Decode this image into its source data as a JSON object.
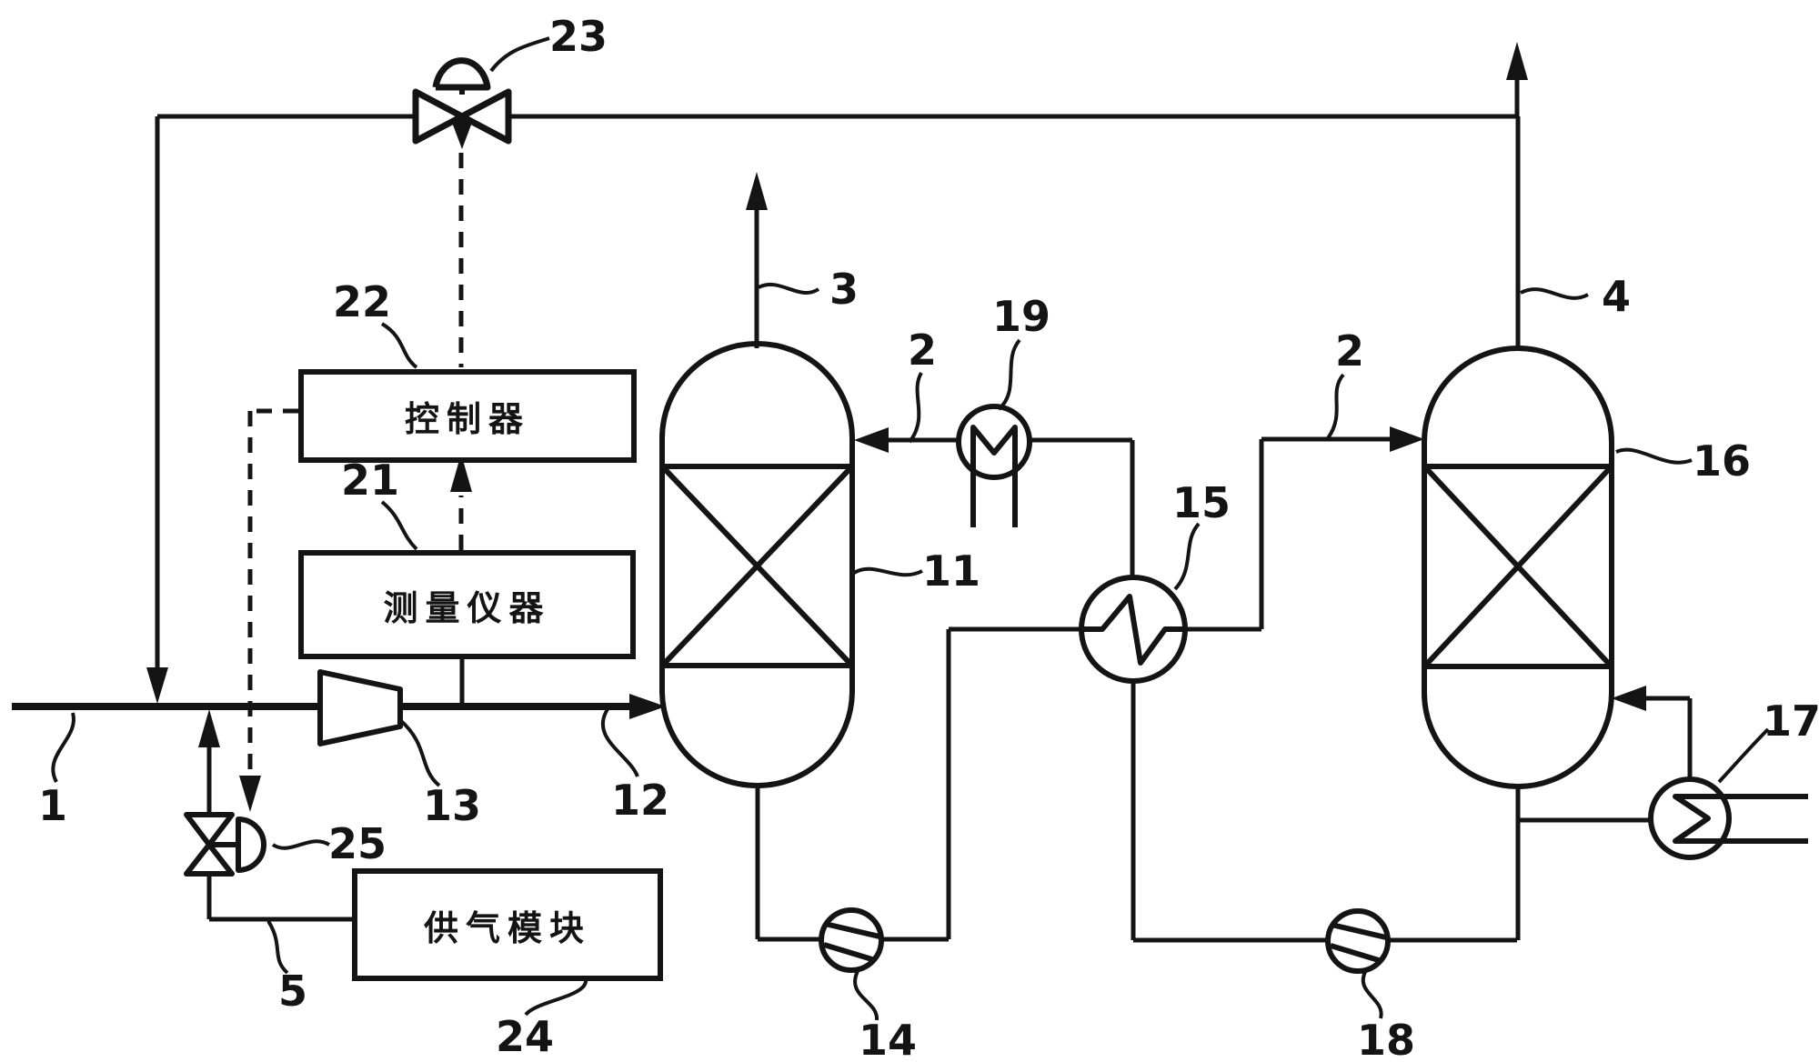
{
  "figure": {
    "kind": "patent-process-flow-diagram",
    "background_color": "#ffffff",
    "line_color": "#141414"
  },
  "boxes": {
    "controller": {
      "ref": "22",
      "label": "控制器"
    },
    "measuring_instrument": {
      "ref": "21",
      "label": "测量仪器"
    },
    "gas_supply_module": {
      "ref": "24",
      "label": "供气模块"
    }
  },
  "ref_labels": {
    "n1": "1",
    "n2a": "2",
    "n2b": "2",
    "n3": "3",
    "n4": "4",
    "n5": "5",
    "n11": "11",
    "n12": "12",
    "n13": "13",
    "n14": "14",
    "n15": "15",
    "n16": "16",
    "n17": "17",
    "n18": "18",
    "n19": "19",
    "n21": "21",
    "n22": "22",
    "n23": "23",
    "n24": "24",
    "n25": "25"
  },
  "equipment": [
    {
      "ref": "1",
      "name": "feed-gas-line"
    },
    {
      "ref": "2",
      "name": "lean-solvent-lines-into-columns"
    },
    {
      "ref": "3",
      "name": "overhead-gas-column-11"
    },
    {
      "ref": "4",
      "name": "overhead-gas-column-16-with-recycle"
    },
    {
      "ref": "5",
      "name": "supply-gas-line"
    },
    {
      "ref": "11",
      "name": "packed-column-absorber"
    },
    {
      "ref": "12",
      "name": "compressed-feed-line"
    },
    {
      "ref": "13",
      "name": "compressor"
    },
    {
      "ref": "14",
      "name": "pump-column-11-bottoms"
    },
    {
      "ref": "15",
      "name": "cross-heat-exchanger"
    },
    {
      "ref": "16",
      "name": "packed-column-regenerator"
    },
    {
      "ref": "17",
      "name": "reboiler-heater"
    },
    {
      "ref": "18",
      "name": "pump-column-16-bottoms"
    },
    {
      "ref": "19",
      "name": "cooler"
    },
    {
      "ref": "21",
      "name": "measuring-instrument-box"
    },
    {
      "ref": "22",
      "name": "controller-box"
    },
    {
      "ref": "23",
      "name": "control-valve-recycle"
    },
    {
      "ref": "24",
      "name": "gas-supply-module-box"
    },
    {
      "ref": "25",
      "name": "actuated-supply-valve"
    }
  ]
}
